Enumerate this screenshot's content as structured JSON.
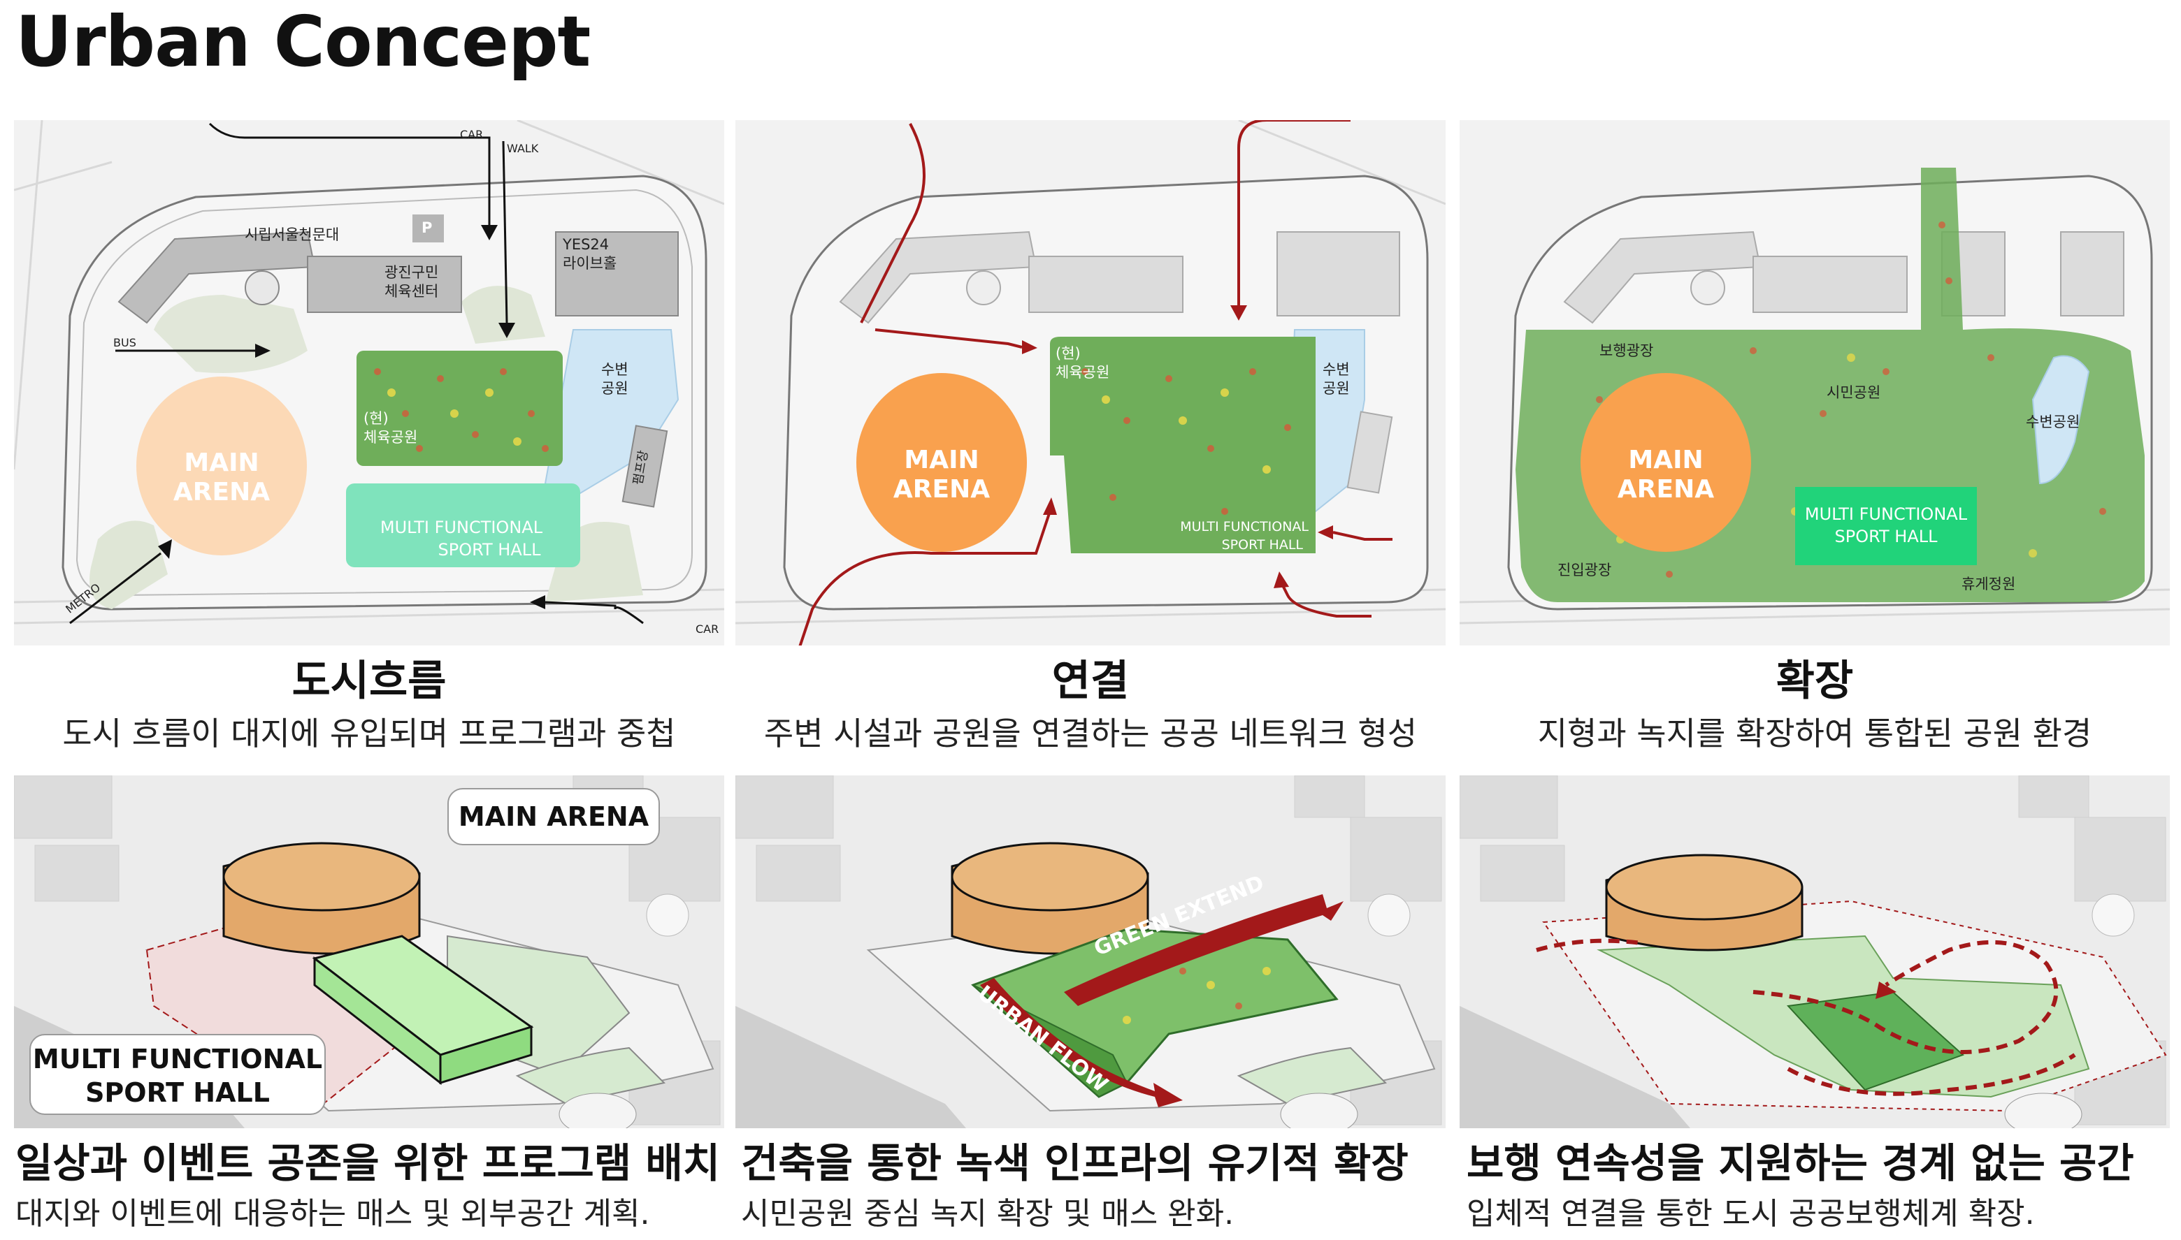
{
  "page_title": "Urban Concept",
  "top_row": [
    {
      "title": "도시흐름",
      "subtitle": "도시 흐름이 대지에 유입되며 프로그램과 중첩",
      "labels": {
        "car_top": "CAR",
        "walk": "WALK",
        "observatory": "시립서울천문대",
        "parking": "P",
        "gwangjin_line1": "광진구민",
        "gwangjin_line2": "체육센터",
        "yes24_line1": "YES24",
        "yes24_line2": "라이브홀",
        "bus": "BUS",
        "waterside_line1": "수변",
        "waterside_line2": "공원",
        "current_line1": "(현)",
        "current_line2": "체육공원",
        "pump_station": "펌프장",
        "arena_line1": "MAIN",
        "arena_line2": "ARENA",
        "hall_line1": "MULTI FUNCTIONAL",
        "hall_line2": "SPORT HALL",
        "metro": "METRO",
        "car_bottom": "CAR"
      }
    },
    {
      "title": "연결",
      "subtitle": "주변 시설과 공원을 연결하는 공공 네트워크 형성",
      "labels": {
        "current_line1": "(현)",
        "current_line2": "체육공원",
        "waterside_line1": "수변",
        "waterside_line2": "공원",
        "arena_line1": "MAIN",
        "arena_line2": "ARENA",
        "hall_line1": "MULTI FUNCTIONAL",
        "hall_line2": "SPORT HALL"
      }
    },
    {
      "title": "확장",
      "subtitle": "지형과 녹지를 확장하여 통합된 공원 환경",
      "labels": {
        "pedestrian_plaza": "보행광장",
        "civic_park": "시민공원",
        "waterside_park": "수변공원",
        "arena_line1": "MAIN",
        "arena_line2": "ARENA",
        "hall_line1": "MULTI FUNCTIONAL",
        "hall_line2": "SPORT HALL",
        "entry_plaza": "진입광장",
        "rest_garden": "휴게정원"
      }
    }
  ],
  "bottom_row": [
    {
      "title": "일상과 이벤트 공존을 위한 프로그램 배치",
      "subtitle": "대지와 이벤트에 대응하는 매스 및 외부공간 계획.",
      "callout_arena": "MAIN ARENA",
      "callout_hall_line1": "MULTI FUNCTIONAL",
      "callout_hall_line2": "SPORT HALL"
    },
    {
      "title": "건축을 통한 녹색 인프라의 유기적 확장",
      "subtitle": "시민공원 중심 녹지 확장 및 매스 완화.",
      "arrow_green": "GREEN EXTEND",
      "arrow_urban": "URBAN FLOW"
    },
    {
      "title": "보행 연속성을 지원하는 경계 없는 공간",
      "subtitle": "입체적 연결을 통한 도시 공공보행체계 확장."
    }
  ],
  "colors": {
    "arena_light": "#fcd9b6",
    "arena_orange": "#f9a14e",
    "hall_mint": "#7fe3bc",
    "hall_green": "#21d37a",
    "park_green": "#6fae5a",
    "flow_red": "#a3191a",
    "water_blue": "#cfe6f5",
    "building_grey": "#bdbdbd"
  }
}
